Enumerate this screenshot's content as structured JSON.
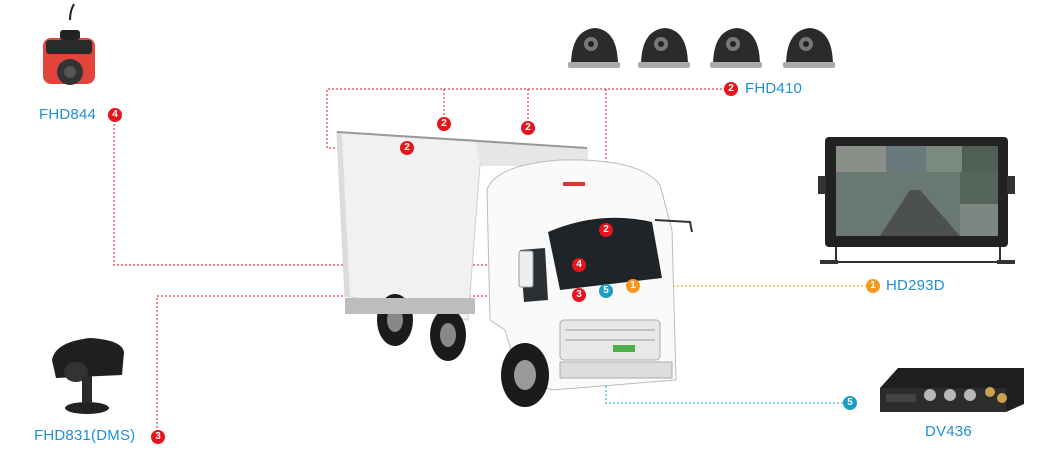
{
  "products": {
    "fhd844": "FHD844",
    "fhd410": "FHD410",
    "hd293d": "HD293D",
    "fhd831": "FHD831(DMS)",
    "dv436": "DV436"
  },
  "badges": {
    "one": "1",
    "two": "2",
    "three": "3",
    "four": "4",
    "five": "5"
  },
  "colors": {
    "red": "#e8141b",
    "orange": "#f39a1e",
    "teal": "#1a9fc4",
    "label_blue": "#1f8fd6"
  }
}
